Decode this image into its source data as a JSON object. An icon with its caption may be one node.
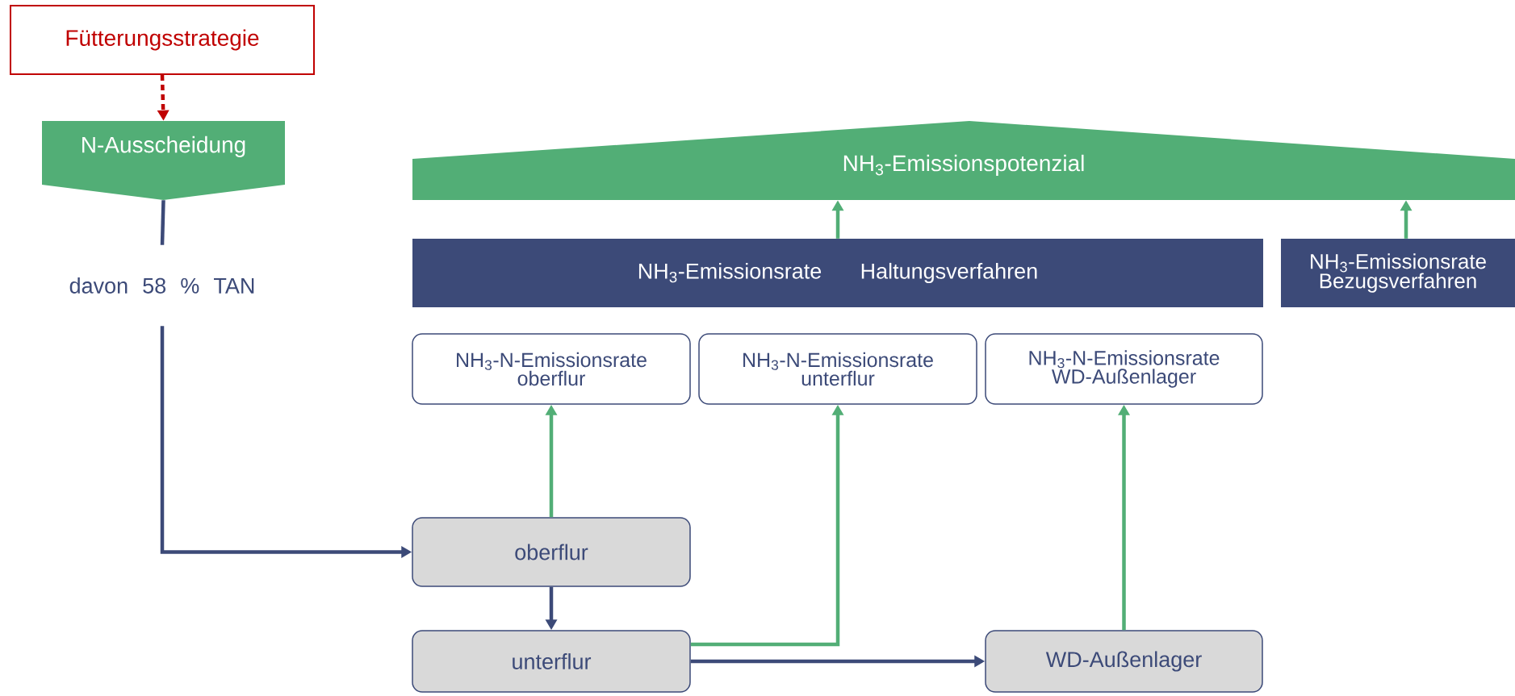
{
  "diagram": {
    "nodes": [
      {
        "text": [
          "Fütterungsstrategie"
        ]
      },
      {
        "text": [
          "N-Ausscheidung"
        ]
      },
      {
        "text": [
          "davon 58 % TAN"
        ]
      },
      {
        "text": [
          "NH$_{3}$-Emissionspotenzial"
        ]
      },
      {
        "text": [
          "NH$_{3}$-Emissionsrate Haltungsverfahren"
        ]
      },
      {
        "text": [
          "NH$_{3}$-Emissionsrate Bezugsverfahren"
        ]
      },
      {
        "text": [
          "NH$_{3}$-N-Emissionsrate oberflur"
        ]
      },
      {
        "text": [
          "NH$_{3}$-N-Emissionsrate unterflur"
        ]
      },
      {
        "text": [
          "NH$_{3}$-N-Emissionsrate WD-Außenlager"
        ]
      },
      {
        "text": [
          "oberflur"
        ]
      },
      {
        "text": [
          "unterflur"
        ]
      },
      {
        "text": [
          "WD-Außenlager"
        ]
      }
    ],
    "edges": [
      {
        "from": 0,
        "to": 1,
        "arrow": "to",
        "style": "dashed",
        "color": "#c00000"
      },
      {
        "from": 1,
        "to": 2,
        "arrow": "none",
        "color": "#3c4a78"
      },
      {
        "from": 2,
        "to": 9,
        "arrow": "to",
        "color": "#3c4a78"
      },
      {
        "from": 9,
        "to": 10,
        "arrow": "to",
        "color": "#3c4a78"
      },
      {
        "from": 10,
        "to": 11,
        "arrow": "to",
        "color": "#3c4a78"
      },
      {
        "from": 9,
        "to": 6,
        "arrow": "to",
        "color": "#52ae76"
      },
      {
        "from": 10,
        "to": 7,
        "arrow": "to",
        "color": "#52ae76"
      },
      {
        "from": 11,
        "to": 8,
        "arrow": "to",
        "color": "#52ae76"
      },
      {
        "from": 4,
        "to": 3,
        "arrow": "to",
        "color": "#52ae76"
      },
      {
        "from": 5,
        "to": 3,
        "arrow": "to",
        "color": "#52ae76"
      }
    ]
  }
}
